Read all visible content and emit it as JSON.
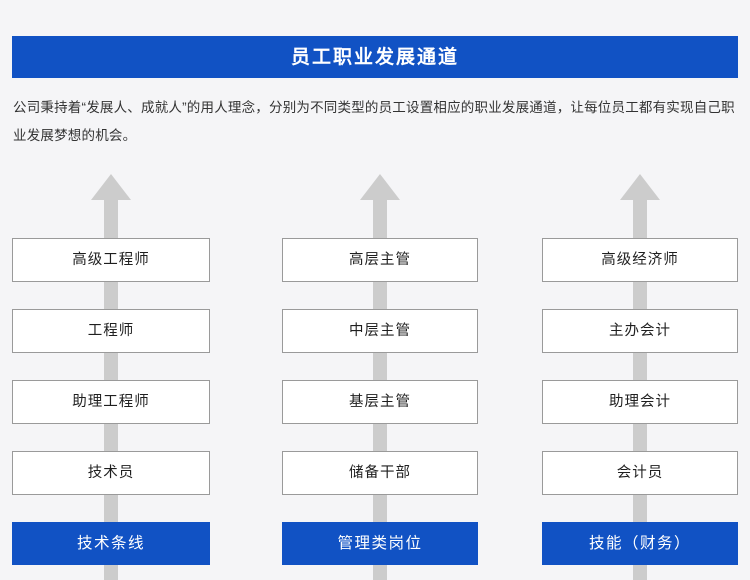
{
  "header": {
    "title": "员工职业发展通道",
    "background_color": "#1152c4",
    "text_color": "#ffffff"
  },
  "intro": {
    "paragraph": "公司秉持着“发展人、成就人”的用人理念，分别为不同类型的员工设置相应的职业发展通道，让每位员工都有实现自己职业发展梦想的机会。"
  },
  "page": {
    "background_color": "#f5f5f7",
    "accent_color": "#1152c4",
    "arrow_color": "#cccccc",
    "box_border_color": "#9a9a9a",
    "box_fill_color": "#ffffff"
  },
  "tracks": [
    {
      "base_label": "技术条线",
      "arrow_icon": "up-arrow-icon",
      "levels": [
        {
          "label": "高级工程师"
        },
        {
          "label": "工程师"
        },
        {
          "label": "助理工程师"
        },
        {
          "label": "技术员"
        }
      ]
    },
    {
      "base_label": "管理类岗位",
      "arrow_icon": "up-arrow-icon",
      "levels": [
        {
          "label": "高层主管"
        },
        {
          "label": "中层主管"
        },
        {
          "label": "基层主管"
        },
        {
          "label": "储备干部"
        }
      ]
    },
    {
      "base_label": "技能（财务）",
      "arrow_icon": "up-arrow-icon",
      "levels": [
        {
          "label": "高级经济师"
        },
        {
          "label": "主办会计"
        },
        {
          "label": "助理会计"
        },
        {
          "label": "会计员"
        }
      ]
    }
  ]
}
